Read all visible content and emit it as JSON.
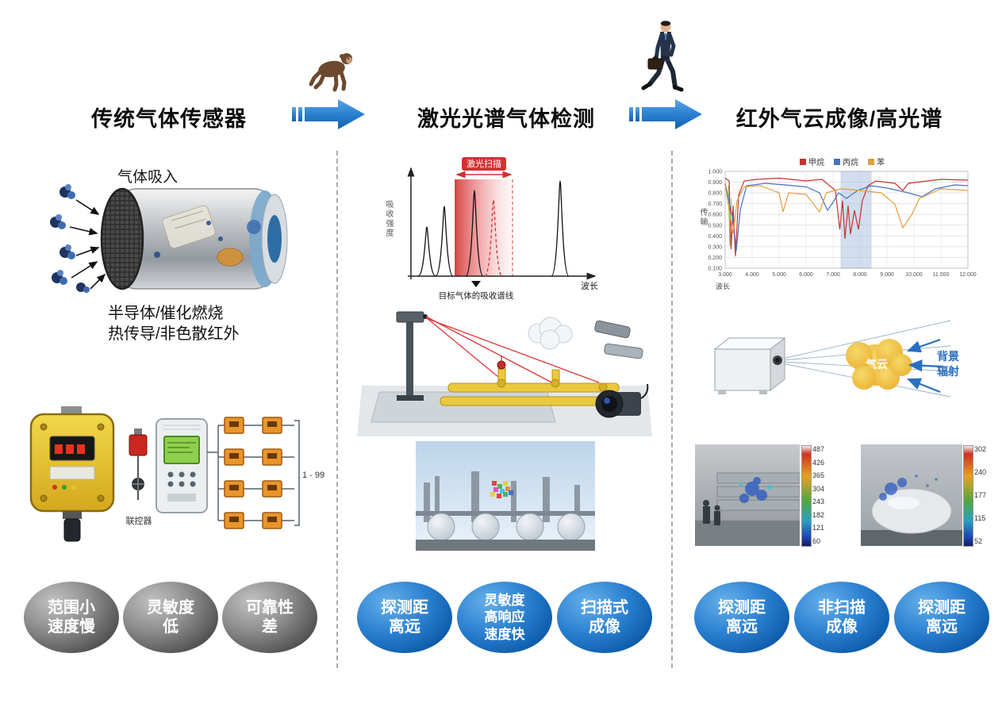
{
  "header": {
    "titles": [
      "传统气体传感器",
      "激光光谱气体检测",
      "红外气云成像/高光谱"
    ]
  },
  "left": {
    "gas_intake_label": "气体吸入",
    "caption": [
      "半导体/催化燃烧",
      "热传导/非色散红外"
    ],
    "network": {
      "range_label": "1 - 99",
      "controller_label": "联控器"
    },
    "badges": [
      [
        "范围小",
        "速度慢"
      ],
      [
        "灵敏度",
        "低"
      ],
      [
        "可靠性",
        "差"
      ]
    ]
  },
  "middle": {
    "spectrum_chart": {
      "scan_label": "激光扫描",
      "ylabel": "吸收强度",
      "xlabel": "波长",
      "annotation": "目标气体的吸收谱线"
    },
    "badges": [
      [
        "探测距",
        "离远"
      ],
      [
        "灵敏度",
        "高响应",
        "速度快"
      ],
      [
        "扫描式",
        "成像"
      ]
    ]
  },
  "right": {
    "transmission_chart": {
      "legend": [
        {
          "label": "甲烷",
          "color": "#c83232"
        },
        {
          "label": "丙烷",
          "color": "#4472c4"
        },
        {
          "label": "苯",
          "color": "#e0a040"
        }
      ],
      "ylabel": "传输",
      "xlabel": "波长",
      "yticks": [
        "1.000",
        "0.900",
        "0.800",
        "0.700",
        "0.600",
        "0.500",
        "0.400",
        "0.300",
        "0.200",
        "0.100"
      ],
      "xticks": [
        "3.000",
        "4.000",
        "5.000",
        "6.000",
        "7.000",
        "8.000",
        "9.000",
        "10.000",
        "11.000",
        "12.000"
      ]
    },
    "cloud_diagram": {
      "cloud_label": "气云",
      "radiation_label_lines": [
        "背景",
        "辐射"
      ]
    },
    "thermal": {
      "left_scale": [
        "487",
        "426",
        "365",
        "304",
        "243",
        "182",
        "121",
        "60"
      ],
      "right_scale": [
        "302",
        "240",
        "177",
        "115",
        "52"
      ]
    },
    "badges": [
      [
        "探测距",
        "离远"
      ],
      [
        "非扫描",
        "成像"
      ],
      [
        "探测距",
        "离远"
      ]
    ]
  },
  "palette": {
    "arrow_blue": "#2b80cf",
    "badge_blue": "#0c5aa8",
    "badge_gray": "#565656",
    "laser_red": "#d03030",
    "cloud_yellow": "#f2c437"
  },
  "chart_data": [
    {
      "type": "line",
      "xlabel": "波长",
      "ylabel": "吸收强度",
      "annotations": [
        "激光扫描",
        "目标气体的吸收谱线"
      ],
      "description_peaks_x_rel": [
        0.1,
        0.2,
        0.37,
        0.47,
        0.83
      ],
      "scan_band_x_rel": [
        0.26,
        0.58
      ]
    },
    {
      "type": "line",
      "xlabel": "波长",
      "ylabel": "传输",
      "x_range": [
        3,
        12
      ],
      "y_range": [
        0,
        1
      ],
      "series": [
        {
          "name": "甲烷",
          "dips_at_um": [
            3.3,
            7.7
          ],
          "baseline": 0.92
        },
        {
          "name": "丙烷",
          "dips_at_um": [
            3.4,
            6.9
          ],
          "baseline": 0.86
        },
        {
          "name": "苯",
          "dips_at_um": [
            3.3,
            5.1,
            6.6,
            9.7
          ],
          "baseline": 0.82
        }
      ],
      "shaded_band_x": [
        7.3,
        8.4
      ]
    }
  ]
}
